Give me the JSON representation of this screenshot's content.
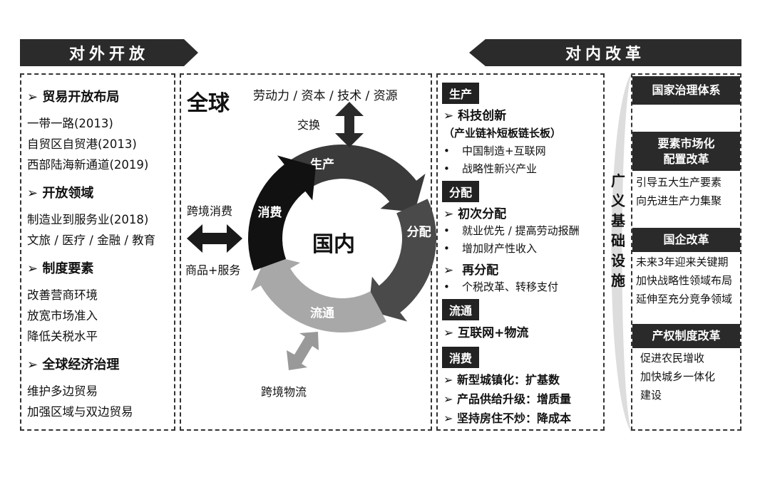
{
  "headers": {
    "left": "对外开放",
    "right": "对内改革"
  },
  "left": {
    "sections": [
      {
        "title": "贸易开放布局",
        "items": [
          "一带一路(2013)",
          "自贸区自贸港(2013)",
          "西部陆海新通道(2019)"
        ]
      },
      {
        "title": "开放领域",
        "items": [
          "制造业到服务业(2018)",
          "文旅 / 医疗 / 金融 / 教育"
        ]
      },
      {
        "title": "制度要素",
        "items": [
          "改善营商环境",
          "放宽市场准入",
          "降低关税水平"
        ]
      },
      {
        "title": "全球经济治理",
        "items": [
          "维护多边贸易",
          "加强区域与双边贸易"
        ]
      }
    ]
  },
  "middle": {
    "global": "全球",
    "factors": "劳动力 / 资本 / 技术 / 资源",
    "exchange": "交换",
    "cross_consume": "跨境消费",
    "goods_services": "商品+服务",
    "cross_logistics": "跨境物流",
    "center": "国内",
    "cycle": [
      {
        "label": "生产",
        "color": "#3a3a3a"
      },
      {
        "label": "分配",
        "color": "#4a4a4a"
      },
      {
        "label": "流通",
        "color": "#a8a8a8"
      },
      {
        "label": "消费",
        "color": "#111111"
      }
    ]
  },
  "reform": {
    "production": {
      "tag": "生产",
      "head": "科技创新",
      "sub": "（产业链补短板链长板）",
      "bullets": [
        "中国制造+互联网",
        "战略性新兴产业"
      ]
    },
    "distribution": {
      "tag": "分配",
      "head1": "初次分配",
      "bullets1": [
        "就业优先 / 提高劳动报酬",
        "增加财产性收入"
      ],
      "head2": "再分配",
      "bullets2": [
        "个税改革、转移支付"
      ]
    },
    "circulation": {
      "tag": "流通",
      "head": "互联网+物流"
    },
    "consumption": {
      "tag": "消费",
      "items": [
        "新型城镇化：扩基数",
        "产品供给升级：增质量",
        "坚持房住不炒：降成本"
      ]
    }
  },
  "infra": {
    "label": "广义基础设施",
    "blocks": [
      {
        "title": "国家治理体系",
        "lines": []
      },
      {
        "title": "要素市场化\n配置改革",
        "lines": [
          "引导五大生产要素",
          "向先进生产力集聚"
        ]
      },
      {
        "title": "国企改革",
        "lines": [
          "未来3年迎来关键期",
          "加快战略性领域布局",
          "延伸至充分竞争领域"
        ]
      },
      {
        "title": "产权制度改革",
        "lines": [
          "促进农民增收",
          "加快城乡一体化",
          "建设"
        ]
      }
    ]
  }
}
